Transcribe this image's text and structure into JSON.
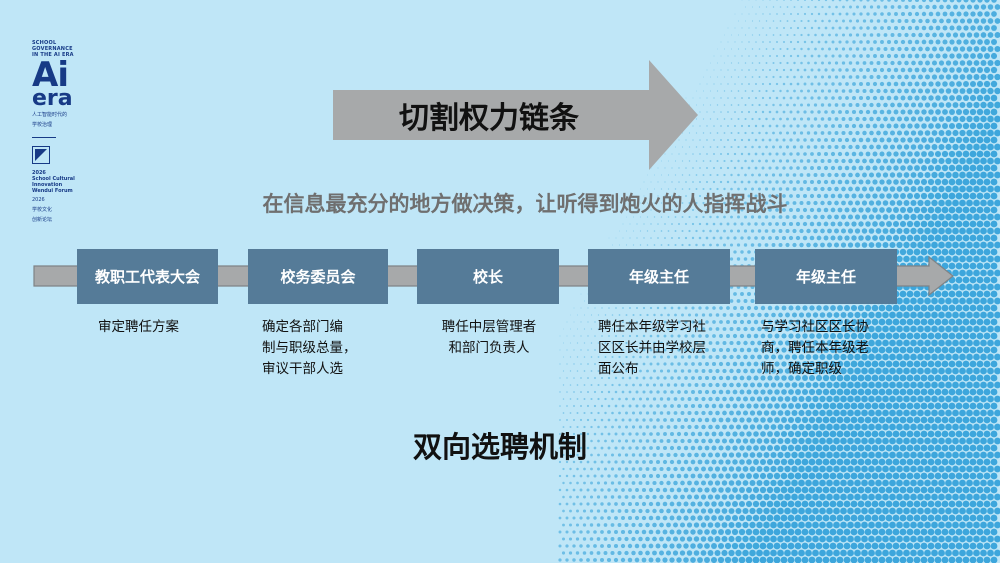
{
  "brand": {
    "line1": "SCHOOL",
    "line2": "GOVERNANCE",
    "line3": "IN THE AI ERA",
    "ai": "Ai",
    "era": "era",
    "cn1": "人工智能时代的",
    "cn2": "学校治理",
    "year": "2026",
    "forum1": "School Cultural",
    "forum2": "Innovation",
    "forum3": "Wendui Forum",
    "year2": "2026",
    "cn3": "学校文化",
    "cn4": "创新论坛"
  },
  "title": "切割权力链条",
  "subtitle": "在信息最充分的地方做决策，让听得到炮火的人指挥战斗",
  "stages": [
    {
      "label": "教职工代表大会",
      "desc": [
        "审定聘任方案"
      ]
    },
    {
      "label": "校务委员会",
      "desc": [
        "确定各部门编",
        "制与职级总量，",
        "审议干部人选"
      ]
    },
    {
      "label": "校长",
      "desc": [
        "聘任中层管理者",
        "和部门负责人"
      ]
    },
    {
      "label": "年级主任",
      "desc": [
        "聘任本年级学习社",
        "区区长并由学校层",
        "面公布"
      ]
    },
    {
      "label": "年级主任",
      "desc": [
        "与学习社区区长协",
        "商，聘任本年级老",
        "师，确定职级"
      ]
    }
  ],
  "bottom_title": "双向选聘机制",
  "colors": {
    "background": "#bfe6f7",
    "dots": "#2f9fd8",
    "stage_box": "#557b98",
    "arrow_gray": "#a7a9aa",
    "brand": "#173a86"
  }
}
